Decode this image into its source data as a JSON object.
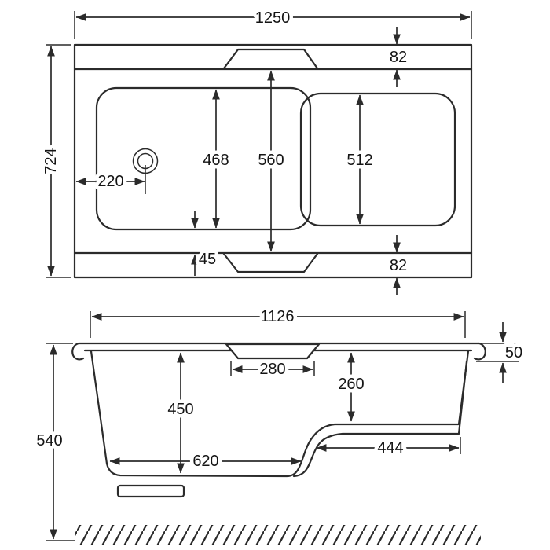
{
  "colors": {
    "line": "#2b2b2b",
    "text": "#141414",
    "background": "#ffffff"
  },
  "top_view": {
    "overall_width": "1250",
    "overall_depth": "724",
    "rim_top": "82",
    "rim_bottom": "82",
    "drain_offset": "220",
    "basin_left_depth": "468",
    "basin_mid_depth": "560",
    "basin_right_depth": "512",
    "rim_gap": "45"
  },
  "side_view": {
    "top_length": "1126",
    "rim_height": "50",
    "grip_width": "280",
    "seat_depth": "260",
    "bowl_depth": "450",
    "overall_height": "540",
    "bowl_length": "620",
    "seat_length": "444"
  }
}
